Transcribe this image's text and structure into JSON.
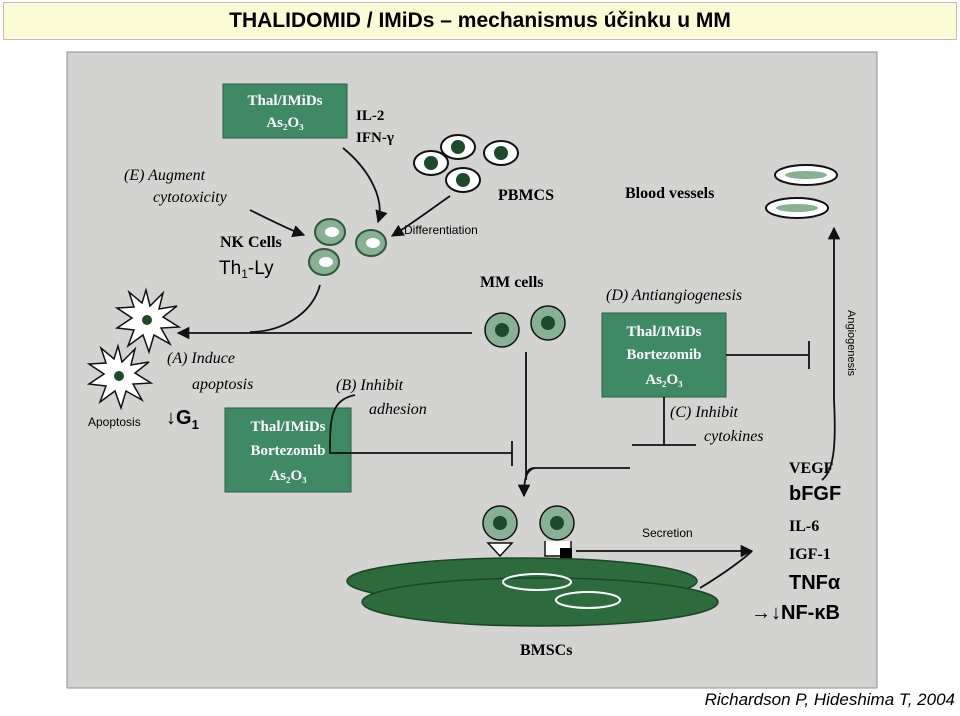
{
  "title": "THALIDOMID / IMiDs – mechanismus účinku u MM",
  "credit": "Richardson P, Hideshima T, 2004",
  "colors": {
    "panel": "#d3d3d1",
    "drug_box": "#3f8a64",
    "cell_fill": "#1e4a2c",
    "cell_ring": "#88b094",
    "bmsc": "#2d6b3c"
  },
  "drug_box_top": [
    "Thal/IMiDs",
    "As₂O₃"
  ],
  "drug_box_middle": [
    "Thal/IMiDs",
    "Bortezomib",
    "As₂O₃"
  ],
  "drug_box_left": [
    "Thal/IMiDs",
    "Bortezomib",
    "As₂O₃"
  ],
  "labels": {
    "il2": "IL-2",
    "ifn": "IFN-γ",
    "pbmcs": "PBMCS",
    "augment_1": "(E) Augment",
    "augment_2": "cytotoxicity",
    "differentiation": "Differentiation",
    "nk_cells": "NK Cells",
    "th1_base": "Th",
    "th1_sub": "1",
    "th1_rest": "-Ly",
    "mm_cells": "MM cells",
    "blood_vessels": "Blood vessels",
    "antiangio": "(D) Antiangiogenesis",
    "angiogenesis": "Angiogenesis",
    "induce_1": "(A) Induce",
    "induce_2": "apoptosis",
    "inhibit_adh_1": "(B) Inhibit",
    "inhibit_adh_2": "adhesion",
    "inhibit_cyt_1": "(C) Inhibit",
    "inhibit_cyt_2": "cytokines",
    "apoptosis": "Apoptosis",
    "g1_arrow": "↓G",
    "g1_sub": "1",
    "secretion": "Secretion",
    "bmscs": "BMSCs"
  },
  "cytokines": [
    "VEGF",
    "bFGF",
    "IL-6",
    "IGF-1",
    "TNFα",
    "→↓NF-κB"
  ]
}
